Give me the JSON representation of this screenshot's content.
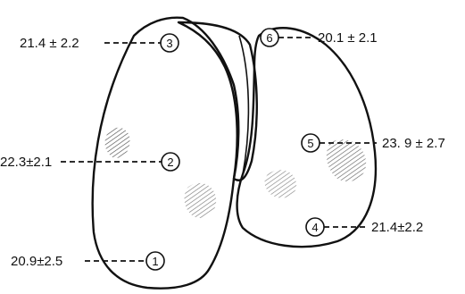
{
  "markers": [
    {
      "id": "1",
      "value": "20.9±2.5"
    },
    {
      "id": "2",
      "value": "22.3±2.1"
    },
    {
      "id": "3",
      "value": "21.4 ± 2.2"
    },
    {
      "id": "4",
      "value": "21.4±2.2"
    },
    {
      "id": "5",
      "value": "23. 9 ± 2.7"
    },
    {
      "id": "6",
      "value": "20.1 ± 2.1"
    }
  ]
}
